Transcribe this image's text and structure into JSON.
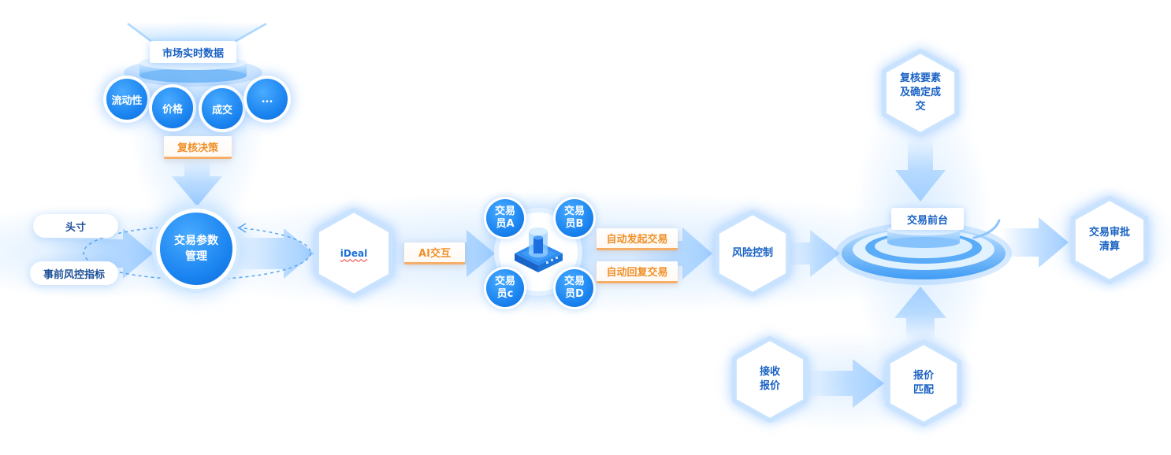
{
  "market_data": {
    "title": "市场实时数据",
    "factors": [
      {
        "label": "流动性"
      },
      {
        "label": "价格"
      },
      {
        "label": "成交"
      },
      {
        "label": "..."
      }
    ]
  },
  "review_decision": {
    "label": "复核决策"
  },
  "inputs": {
    "position": "头寸",
    "pre_trade_risk": "事前风控指标"
  },
  "param_management": {
    "label": "交易参数\n管理"
  },
  "ideal": {
    "label": "iDeal"
  },
  "ai_interaction": {
    "label": "AI交互"
  },
  "traders": [
    {
      "label": "交易\n员A"
    },
    {
      "label": "交易\n员B"
    },
    {
      "label": "交易\n员c"
    },
    {
      "label": "交易\n员D"
    }
  ],
  "trade_actions": {
    "initiate": "自动发起交易",
    "reply": "自动回复交易"
  },
  "risk_control": {
    "label": "风险控制"
  },
  "review_elements": {
    "label": "复核要素\n及确定成\n交"
  },
  "front_desk": {
    "label": "交易前台"
  },
  "approval_clearing": {
    "label": "交易审批\n清算"
  },
  "receive_quote": {
    "label": "接收\n报价"
  },
  "quote_match": {
    "label": "报价\n匹配"
  },
  "icons": {
    "trader_hub": "server-icon"
  },
  "colors": {
    "primary_blue": "#1a84f0",
    "text_blue": "#1a62c4",
    "accent_orange": "#f0902a",
    "arrow_blue": "#a2cfff"
  }
}
